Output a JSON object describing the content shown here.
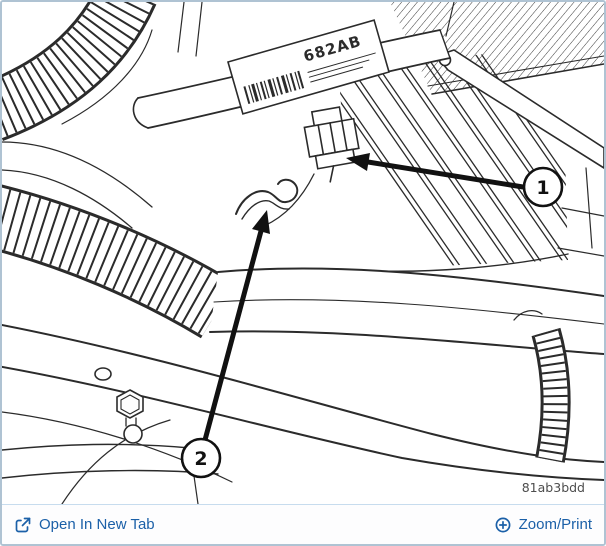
{
  "viewer": {
    "footer": {
      "open_in_new_tab_label": "Open In New Tab",
      "zoom_print_label": "Zoom/Print"
    }
  },
  "diagram": {
    "harness_label": "682AB",
    "figure_id": "81ab3bdd",
    "callouts": [
      {
        "number": "1"
      },
      {
        "number": "2"
      }
    ]
  },
  "colors": {
    "link_blue": "#1b60a8",
    "frame_border": "#afc3d3",
    "footer_divider": "#c7dcee",
    "line_art": "#2b2b2b"
  }
}
